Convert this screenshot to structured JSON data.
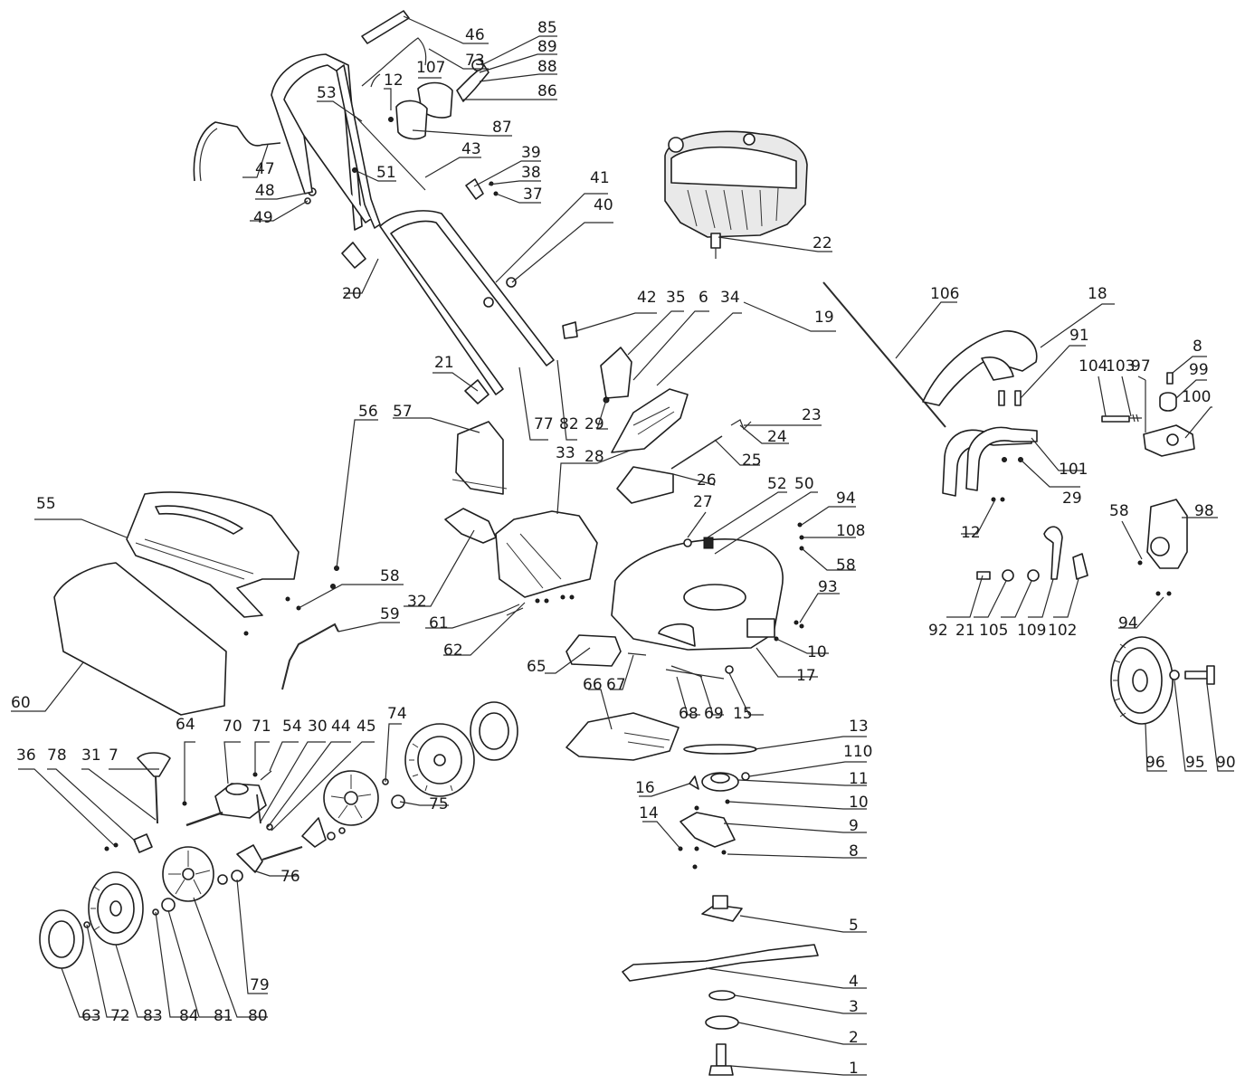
{
  "diagram": {
    "labels": [
      "46",
      "85",
      "89",
      "73",
      "88",
      "107",
      "86",
      "12",
      "53",
      "87",
      "43",
      "39",
      "38",
      "51",
      "47",
      "48",
      "37",
      "49",
      "41",
      "40",
      "20",
      "22",
      "42",
      "35",
      "6",
      "34",
      "19",
      "106",
      "18",
      "91",
      "104",
      "103",
      "97",
      "8",
      "99",
      "100",
      "21",
      "77",
      "82",
      "29",
      "28",
      "23",
      "24",
      "25",
      "26",
      "101",
      "29",
      "12",
      "56",
      "57",
      "33",
      "27",
      "52",
      "50",
      "94",
      "108",
      "58",
      "55",
      "58",
      "98",
      "58",
      "59",
      "32",
      "61",
      "62",
      "93",
      "92",
      "21",
      "105",
      "109",
      "102",
      "94",
      "10",
      "17",
      "65",
      "66",
      "67",
      "68",
      "69",
      "15",
      "13",
      "110",
      "11",
      "10",
      "9",
      "8",
      "14",
      "16",
      "5",
      "4",
      "3",
      "2",
      "1",
      "96",
      "95",
      "90",
      "60",
      "64",
      "70",
      "71",
      "54",
      "30",
      "44",
      "45",
      "74",
      "75",
      "36",
      "78",
      "31",
      "7",
      "76",
      "79",
      "63",
      "72",
      "83",
      "84",
      "81",
      "80"
    ]
  }
}
